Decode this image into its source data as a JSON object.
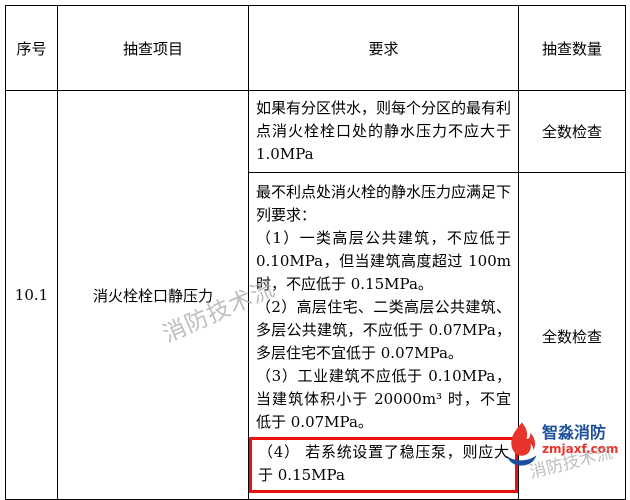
{
  "table": {
    "header": {
      "serial": "序号",
      "item": "抽查项目",
      "requirement": "要求",
      "quantity": "抽查数量"
    },
    "row": {
      "serial": "10.1",
      "item": "消火栓栓口静压力",
      "req1": "如果有分区供水，则每个分区的最有利点消火栓栓口处的静水压力不应大于 1.0MPa",
      "qty1": "全数检查",
      "req2_intro": "最不利点处消火栓的静水压力应满足下列要求：",
      "req2_items": [
        "（1）一类高层公共建筑，不应低于 0.10MPa，但当建筑高度超过 100m 时，不应低于 0.15MPa。",
        "（2）高层住宅、二类高层公共建筑、多层公共建筑，不应低于 0.07MPa，多层住宅不宜低于 0.07MPa。",
        "（3）工业建筑不应低于 0.10MPa，当建筑体积小于 20000m³ 时，不宜低于 0.07MPa。"
      ],
      "req2_highlight": "（4） 若系统设置了稳压泵，则应大于 0.15MPa",
      "qty2": "全数检查"
    }
  },
  "watermark": {
    "text": "消防技术流"
  },
  "logo": {
    "name": "智淼消防",
    "url": "zmjaxf.com"
  },
  "colors": {
    "highlight_border": "#ee1111",
    "brand_blue": "#1b4e9b",
    "brand_red": "#e8342a",
    "watermark_gray": "#a9a9a9"
  }
}
